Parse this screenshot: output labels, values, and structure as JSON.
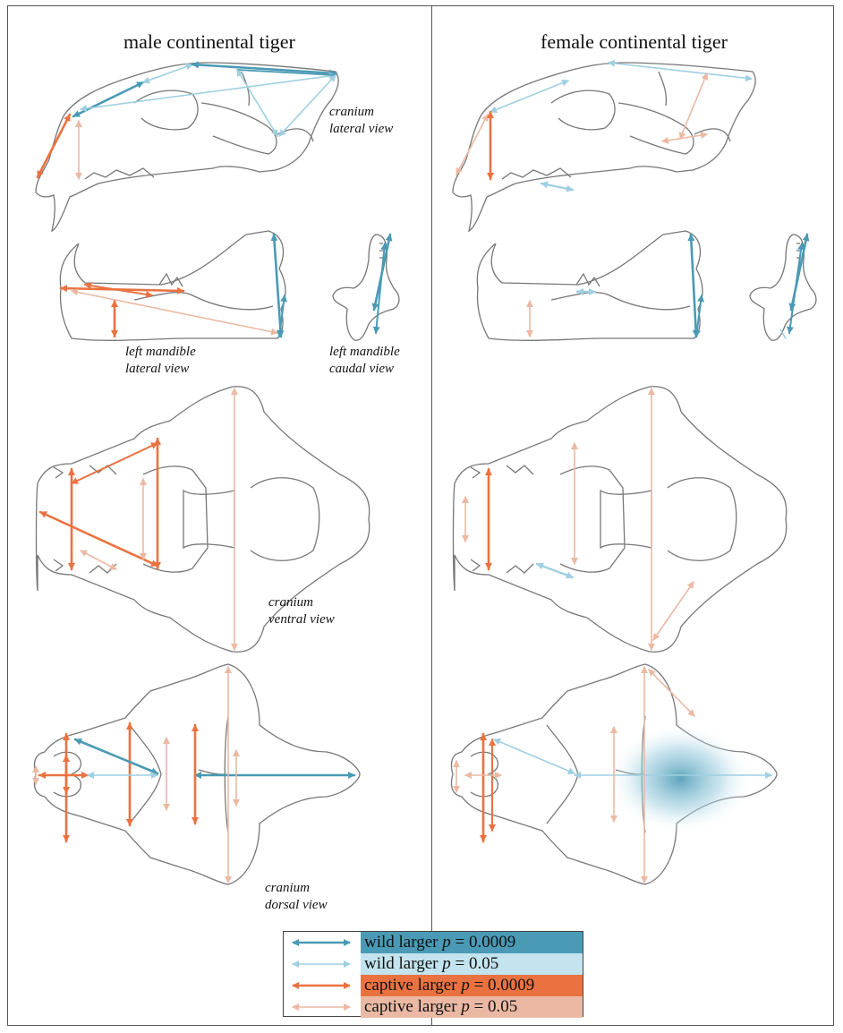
{
  "panels": {
    "left_title": "male continental tiger",
    "right_title": "female continental tiger"
  },
  "views": {
    "cranium_lateral_1": "cranium",
    "cranium_lateral_2": "lateral view",
    "mandible_lateral_1": "left mandible",
    "mandible_lateral_2": "lateral view",
    "mandible_caudal_1": "left mandible",
    "mandible_caudal_2": "caudal view",
    "cranium_ventral_1": "cranium",
    "cranium_ventral_2": "ventral view",
    "cranium_dorsal_1": "cranium",
    "cranium_dorsal_2": "dorsal view"
  },
  "colors": {
    "wild_strong": "#4a9ab5",
    "wild_weak": "#9fcfe0",
    "captive_strong": "#ea7240",
    "captive_weak": "#ebb9a3",
    "outline": "#777777"
  },
  "legend": [
    {
      "label": "wild larger",
      "p_label": "p",
      "p_value": "= 0.0009",
      "color": "#4a9ab5",
      "bg": "#4a9ab5"
    },
    {
      "label": "wild larger",
      "p_label": "p",
      "p_value": "= 0.05",
      "color": "#9fcfe0",
      "bg": "#c3e3ee"
    },
    {
      "label": "captive larger",
      "p_label": "p",
      "p_value": "= 0.0009",
      "color": "#ea7240",
      "bg": "#ea7240"
    },
    {
      "label": "captive larger",
      "p_label": "p",
      "p_value": "= 0.05",
      "color": "#ebb9a3",
      "bg": "#ebb9a3"
    }
  ]
}
